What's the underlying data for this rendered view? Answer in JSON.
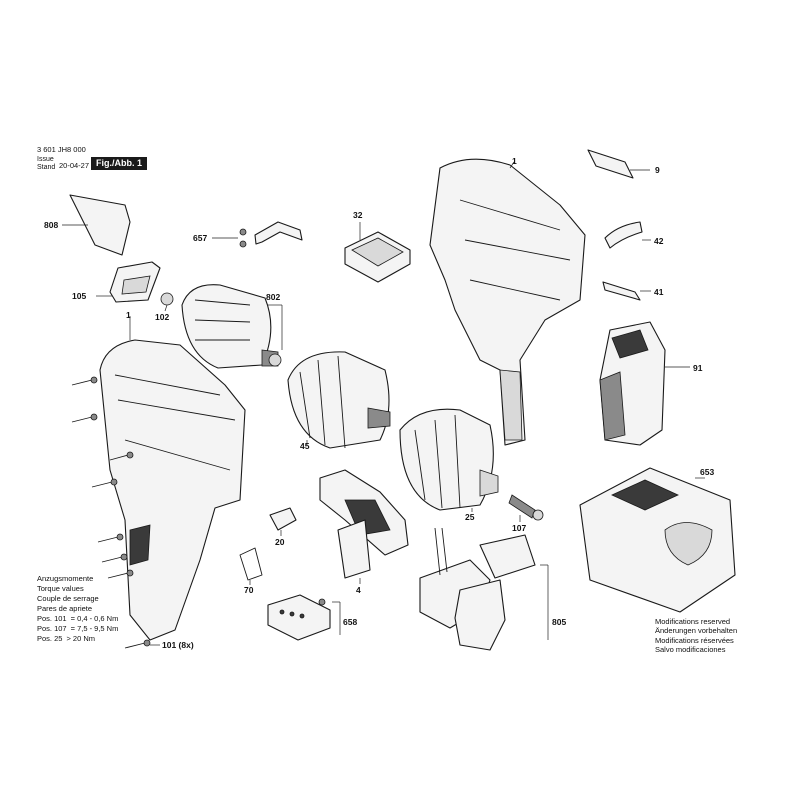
{
  "header": {
    "drawing_number": "3 601 JH8 000",
    "issue_label_1": "Issue",
    "issue_label_2": "Stand",
    "issue_date": "20-04-27",
    "figure_label": "Fig./Abb. 1"
  },
  "parts": {
    "p1_housing": "1",
    "p1_shell": "1",
    "p4": "4",
    "p9": "9",
    "p20": "20",
    "p25": "25",
    "p32": "32",
    "p41": "41",
    "p42": "42",
    "p45": "45",
    "p70": "70",
    "p91": "91",
    "p101": "101 (8x)",
    "p102": "102",
    "p105": "105",
    "p107": "107",
    "p653": "653",
    "p657": "657",
    "p658": "658",
    "p802": "802",
    "p805": "805",
    "p808": "808"
  },
  "torque": {
    "lines": [
      "Anzugsmomente",
      "Torque values",
      "Couple de serrage",
      "Pares de apriete"
    ],
    "positions": [
      {
        "pos": "Pos. 101",
        "value": "= 0,4 - 0,6 Nm"
      },
      {
        "pos": "Pos. 107",
        "value": "= 7,5 - 9,5 Nm"
      },
      {
        "pos": "Pos. 25",
        "value": "> 20 Nm"
      }
    ]
  },
  "modifications": [
    "Modifications reserved",
    "Änderungen vorbehalten",
    "Modifications réservées",
    "Salvo modificaciones"
  ]
}
